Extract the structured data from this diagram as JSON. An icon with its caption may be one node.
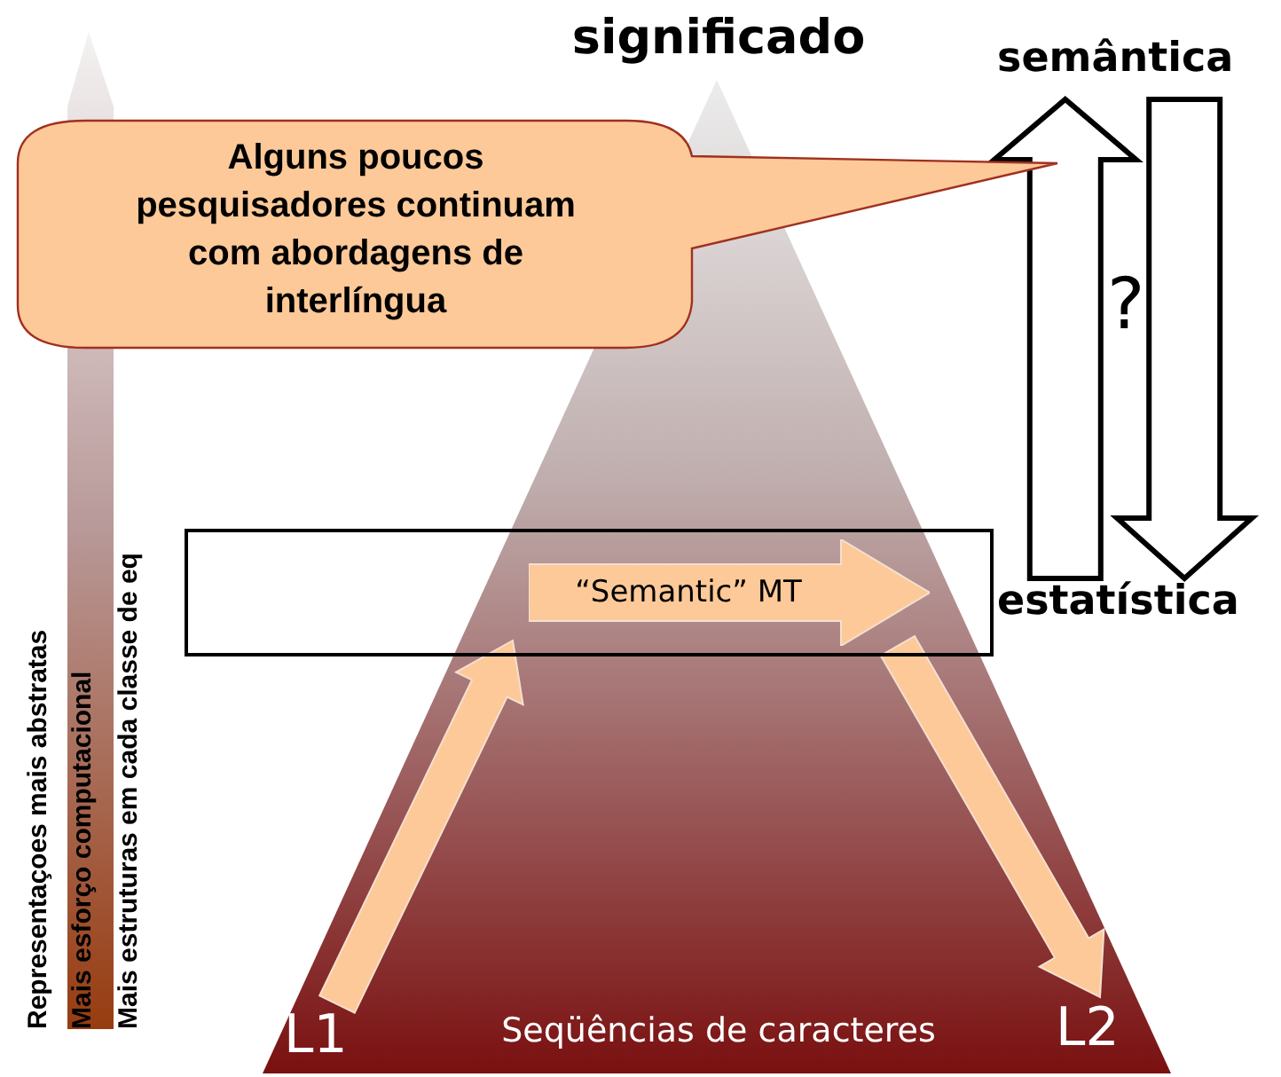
{
  "diagram": {
    "nodes": [
      {
        "text": [
          "significado",
          "Seqüências de caracteres"
        ]
      },
      {
        "text": [
          "Alguns poucos pesquisadores continuam com abordagens de interlíngua"
        ]
      },
      {
        "text": [
          "semântica"
        ]
      },
      {
        "text": [],
        "shape": "box"
      },
      {
        "text": [
          "“Semantic” MT"
        ],
        "in": 3
      },
      {
        "text": [
          "estatística"
        ]
      },
      {
        "text": [
          "L1"
        ],
        "in": 0
      },
      {
        "text": [
          "L2"
        ],
        "in": 0
      }
    ],
    "edges": [
      {
        "from": 5,
        "to": 2,
        "arrow": "to"
      },
      {
        "from": 2,
        "to": 5,
        "arrow": "to"
      },
      {
        "from": 6,
        "to": 4,
        "arrow": "to"
      },
      {
        "from": 4,
        "to": 7,
        "arrow": "to"
      }
    ],
    "labels": [
      "?",
      "Representaçoes mais abstratas",
      "Mais esforço computacional",
      "Mais estruturas em cada classe de eq"
    ]
  }
}
